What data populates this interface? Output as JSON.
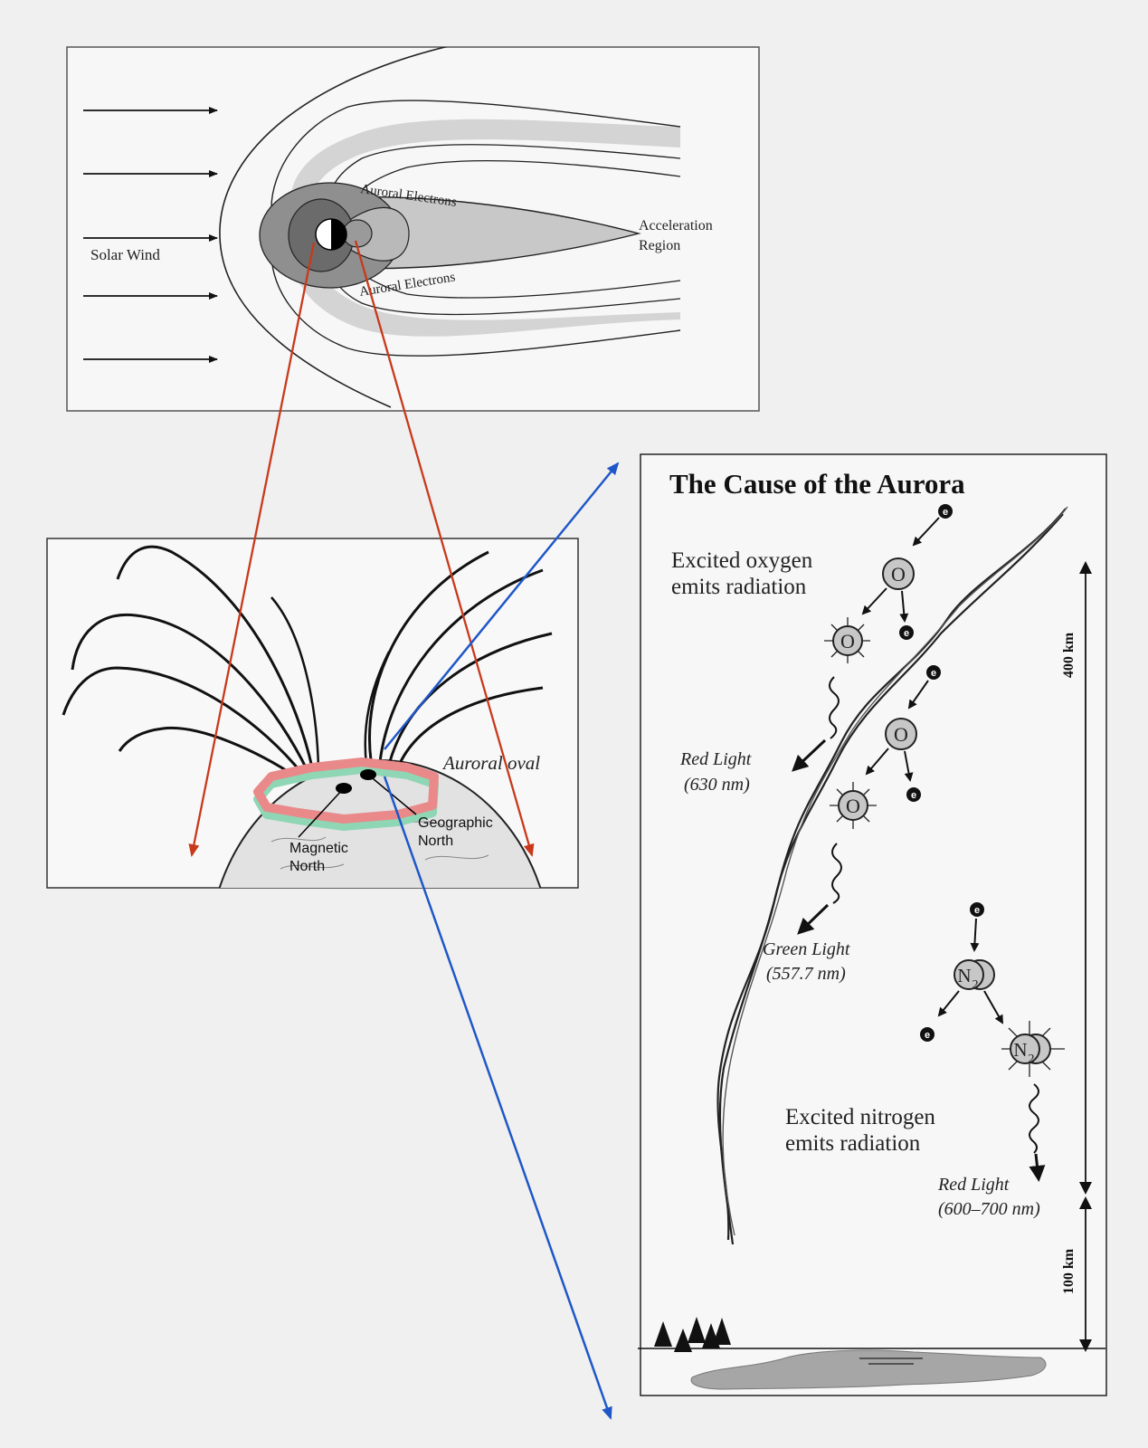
{
  "magnetosphere": {
    "solar_wind": "Solar Wind",
    "auroral_electrons_top": "Auroral Electrons",
    "auroral_electrons_bottom": "Auroral Electrons",
    "acceleration_line1": "Acceleration",
    "acceleration_line2": "Region"
  },
  "globe": {
    "auroral_oval": "Auroral oval",
    "magnetic_line1": "Magnetic",
    "magnetic_line2": "North",
    "geographic_line1": "Geographic",
    "geographic_line2": "North"
  },
  "cause": {
    "title": "The Cause of the Aurora",
    "oxygen_line1": "Excited oxygen",
    "oxygen_line2": "emits radiation",
    "red_light_1": "Red Light",
    "red_wavelength_1": "(630 nm)",
    "green_light": "Green Light",
    "green_wavelength": "(557.7 nm)",
    "nitrogen_line1": "Excited nitrogen",
    "nitrogen_line2": "emits radiation",
    "red_light_2": "Red Light",
    "red_wavelength_2": "(600–700 nm)",
    "altitude_upper": "400 km",
    "altitude_lower": "100 km",
    "oxygen_symbol": "O",
    "nitrogen_symbol": "N",
    "nitrogen_subscript": "2",
    "electron_symbol": "e"
  },
  "colors": {
    "red_arrow": "#c8391c",
    "blue_arrow": "#1f57c8",
    "oval_red": "#e9898a",
    "oval_green": "#8fd6b5"
  }
}
